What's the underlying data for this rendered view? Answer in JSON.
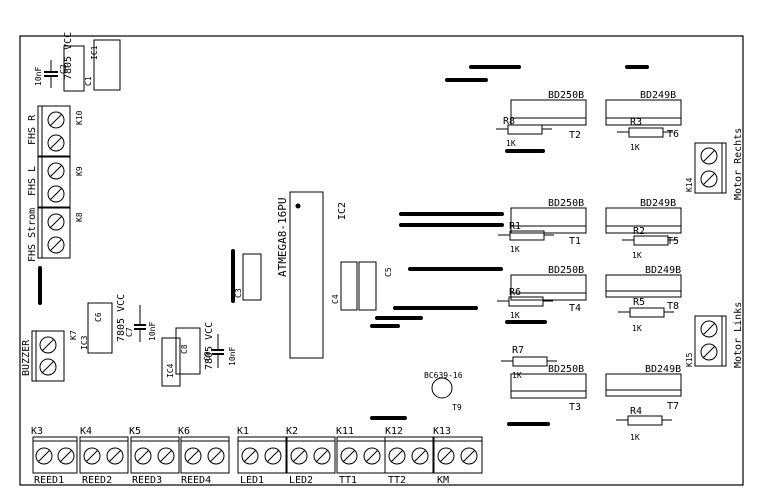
{
  "transistors_T1_T4": [
    {
      "label": "BD250B",
      "resistor": "R1",
      "value": "1K",
      "id": "T1"
    },
    {
      "label": "BD250B",
      "resistor": "R6",
      "value": "1K",
      "id": "T4"
    }
  ],
  "board": {
    "mcu": {
      "part": "ATMEGA8-16PU",
      "ref": "IC2"
    },
    "caps_mid": {
      "c3": "C3",
      "c4": "C4",
      "c5": "C5"
    },
    "reg1": {
      "ref": "IC1",
      "part": "7805 VCC",
      "c1": "C1",
      "c2": "C2",
      "cap_val": "10nF"
    },
    "reg_k7": {
      "ref": "K7",
      "ic": "IC3",
      "part": "7805 VCC",
      "c6": "C6",
      "c7": "C7",
      "cap_val": "10nF"
    },
    "reg_c8": {
      "ref": "C8",
      "ic": "IC4",
      "part": "7805 VCC",
      "c9": "C9",
      "cap_val": "10nF"
    },
    "buzzer": {
      "label": "BUZZER"
    },
    "left_terminals": [
      {
        "name": "FHS R",
        "ref": "K10"
      },
      {
        "name": "FHS L",
        "ref": "K9"
      },
      {
        "name": "FHS Strom",
        "ref": "K8"
      }
    ],
    "right_terminals": [
      {
        "name": "Motor Rechts",
        "ref": "K14"
      },
      {
        "name": "Motor Links",
        "ref": "K15"
      }
    ],
    "bottom_terminals": [
      {
        "ref": "K3",
        "name": "REED1"
      },
      {
        "ref": "K4",
        "name": "REED2"
      },
      {
        "ref": "K5",
        "name": "REED3"
      },
      {
        "ref": "K6",
        "name": "REED4"
      },
      {
        "ref": "K1",
        "name": "LED1"
      },
      {
        "ref": "K2",
        "name": "LED2"
      },
      {
        "ref": "K11",
        "name": "TT1"
      },
      {
        "ref": "K12",
        "name": "TT2"
      },
      {
        "ref": "K13",
        "name": "KM"
      }
    ],
    "transistors_left": [
      {
        "label": "BD250B",
        "resistor": "R8",
        "value": "1K",
        "id": "T2"
      },
      {
        "label": "BD250B",
        "resistor": "R7",
        "value": "1K",
        "id": "T3"
      }
    ],
    "transistors_right": [
      {
        "label": "BD249B",
        "resistor": "R3",
        "value": "1K",
        "id": "T6"
      },
      {
        "label": "BD249B",
        "resistor": "R2",
        "value": "1K",
        "id": "T5"
      },
      {
        "label": "BD249B",
        "resistor": "R5",
        "value": "1K",
        "id": "T8"
      },
      {
        "label": "BD249B",
        "resistor": "R4",
        "value": "1K",
        "id": "T7"
      }
    ],
    "small_transistor": {
      "part": "BC639-16",
      "id": "T9"
    }
  }
}
